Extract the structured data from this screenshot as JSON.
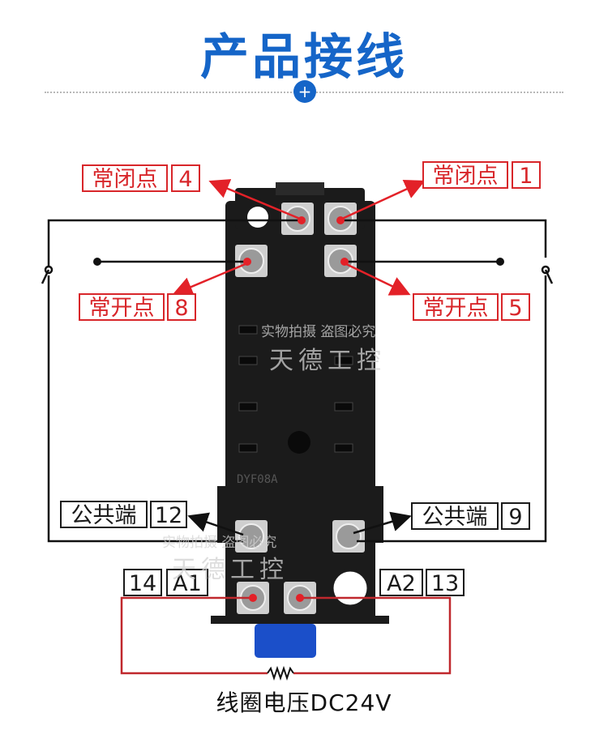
{
  "title": "产品接线",
  "divider_icon": "plus-icon",
  "labels": {
    "nc_left": "常闭点",
    "nc_left_num": "4",
    "nc_right": "常闭点",
    "nc_right_num": "1",
    "no_left": "常开点",
    "no_left_num": "8",
    "no_right": "常开点",
    "no_right_num": "5",
    "com_left": "公共端",
    "com_left_num": "12",
    "com_right": "公共端",
    "com_right_num": "9",
    "coil_left_num": "14",
    "coil_left_label": "A1",
    "coil_right_label": "A2",
    "coil_right_num": "13"
  },
  "caption": "线圈电压DC24V",
  "model_mark": "DYF08A",
  "watermark_small": "实物拍摄 盗图必究",
  "watermark_large": "天德工控",
  "colors": {
    "title": "#1565c8",
    "label_red": "#d8262a",
    "label_black": "#1a1a1a",
    "base_blue": "#1b4fc9"
  }
}
